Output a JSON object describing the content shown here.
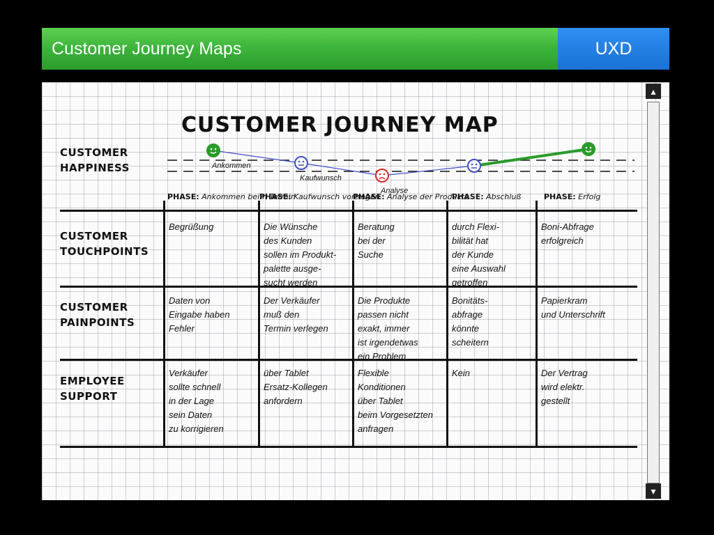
{
  "header": {
    "title": "Customer Journey Maps",
    "tag": "UXD"
  },
  "map": {
    "title": "CUSTOMER JOURNEY MAP",
    "happiness_label": [
      "CUSTOMER",
      "HAPPINESS"
    ],
    "phase_prefix": "PHASE:",
    "phases": [
      {
        "name": "Ankommen beim Termin"
      },
      {
        "name": "Kaufwunsch vortragen"
      },
      {
        "name": "Analyse der Produkte"
      },
      {
        "name": "Abschluß"
      },
      {
        "name": "Erfolg"
      }
    ],
    "happiness_points": [
      {
        "label": "Ankommen",
        "mood": "happy",
        "color": "#2a9b2a"
      },
      {
        "label": "Kaufwunsch",
        "mood": "neutral",
        "color": "#3b4fc4"
      },
      {
        "label": "Analyse",
        "mood": "sad",
        "color": "#d62828"
      },
      {
        "label": "",
        "mood": "neutral",
        "color": "#3b4fc4"
      },
      {
        "label": "",
        "mood": "happy",
        "color": "#2a9b2a"
      }
    ],
    "rows": [
      {
        "label": [
          "CUSTOMER",
          "TOUCHPOINTS"
        ],
        "cells": [
          [
            "Begrüßung"
          ],
          [
            "Die Wünsche",
            "des Kunden",
            "sollen im Produkt-",
            "palette ausge-",
            "sucht werden"
          ],
          [
            "Beratung",
            "bei der",
            "Suche"
          ],
          [
            "durch Flexi-",
            "bilität hat",
            "der Kunde",
            "eine Auswahl",
            "getroffen"
          ],
          [
            "Boni-Abfrage",
            "erfolgreich"
          ]
        ]
      },
      {
        "label": [
          "CUSTOMER",
          "PAINPOINTS"
        ],
        "cells": [
          [
            "Daten von",
            "Eingabe haben",
            "Fehler"
          ],
          [
            "Der Verkäufer",
            "muß den",
            "Termin verlegen"
          ],
          [
            "Die Produkte",
            "passen nicht",
            "exakt, immer",
            "ist irgendetwas",
            "ein Problem"
          ],
          [
            "Bonitäts-",
            "abfrage",
            "könnte",
            "scheitern"
          ],
          [
            "Papierkram",
            "und Unterschrift"
          ]
        ]
      },
      {
        "label": [
          "EMPLOYEE",
          "SUPPORT"
        ],
        "cells": [
          [
            "Verkäufer",
            "sollte schnell",
            "in der Lage",
            "sein Daten",
            "zu korrigieren"
          ],
          [
            "über Tablet",
            "Ersatz-Kollegen",
            "anfordern"
          ],
          [
            "Flexible",
            "Konditionen",
            "über Tablet",
            "beim Vorgesetzten",
            "anfragen"
          ],
          [
            "Kein"
          ],
          [
            "Der Vertrag",
            "wird elektr.",
            "gestellt"
          ]
        ]
      }
    ]
  }
}
